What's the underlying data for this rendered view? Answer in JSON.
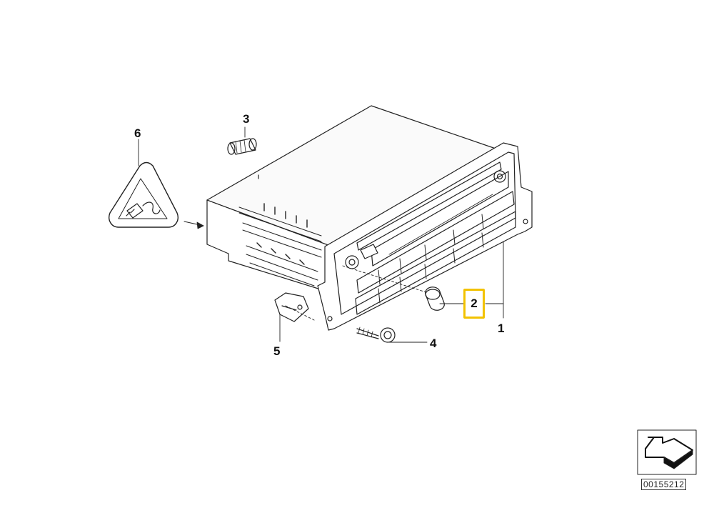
{
  "diagram": {
    "callouts": [
      {
        "id": "1",
        "label": "1"
      },
      {
        "id": "2",
        "label": "2",
        "highlighted": true
      },
      {
        "id": "3",
        "label": "3"
      },
      {
        "id": "4",
        "label": "4"
      },
      {
        "id": "5",
        "label": "5"
      },
      {
        "id": "6",
        "label": "6"
      }
    ],
    "highlight_color": "#f2c200",
    "line_color": "#222222",
    "doc_number": "00155212",
    "icons": [
      "radio-unit-icon",
      "knob-icon",
      "screw-icon",
      "clip-icon",
      "electrical-warning-icon",
      "view-direction-icon"
    ]
  }
}
